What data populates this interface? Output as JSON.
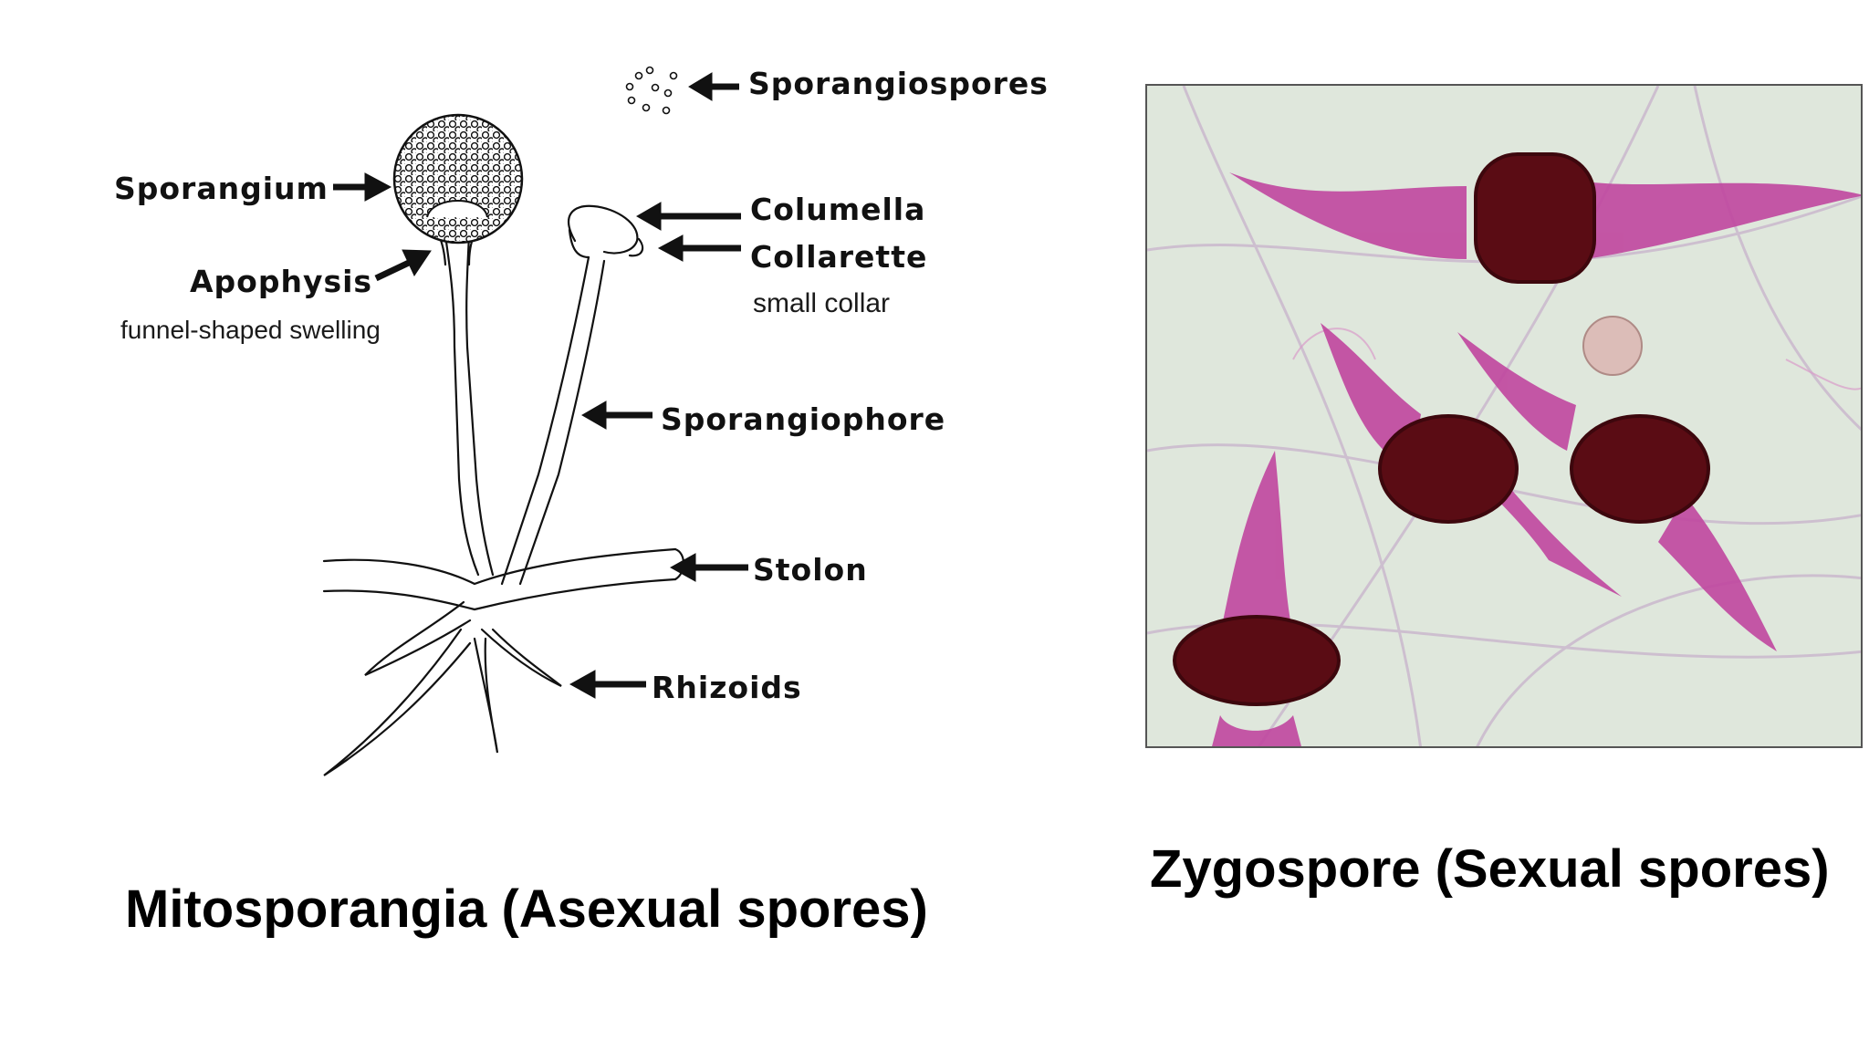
{
  "diagram": {
    "labels": {
      "sporangiospores": "Sporangiospores",
      "sporangium": "Sporangium",
      "columella": "Columella",
      "collarette": "Collarette",
      "collarette_note": "small collar",
      "apophysis": "Apophysis",
      "apophysis_note": "funnel-shaped swelling",
      "sporangiophore": "Sporangiophore",
      "stolon": "Stolon",
      "rhizoids": "Rhizoids"
    },
    "caption": "Mitosporangia (Asexual spores)"
  },
  "photo": {
    "caption": "Zygospore (Sexual spores)",
    "colors": {
      "background": "#dfe7dc",
      "suspensor": "#c0469f",
      "zygospore": "#5a0c14"
    }
  }
}
